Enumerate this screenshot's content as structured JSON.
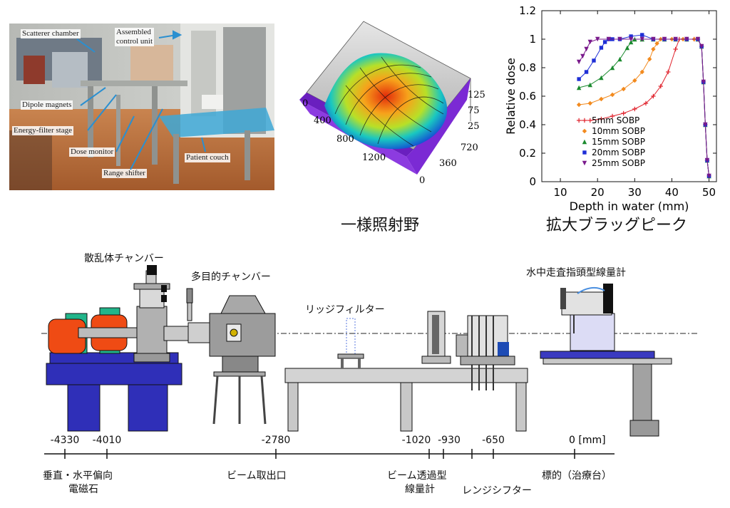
{
  "photo": {
    "labels": {
      "scatterer_chamber": "Scatterer chamber",
      "assembled_control_unit": "Assembled\ncontrol unit",
      "dipole_magnets": "Dipole magnets",
      "energy_filter_stage": "Energy-filter stage",
      "dose_monitor": "Dose monitor",
      "patient_couch": "Patient couch",
      "range_shifter": "Range shifter"
    }
  },
  "surface_plot": {
    "caption": "一様照射野",
    "left_axis_ticks": [
      "0",
      "400",
      "800",
      "1200"
    ],
    "front_axis_ticks": [
      "0",
      "360",
      "720"
    ],
    "z_axis_ticks": [
      "25",
      "75",
      "125"
    ]
  },
  "dose_chart": {
    "caption": "拡大ブラッグピーク",
    "chart_data": {
      "type": "line",
      "xlabel": "Depth in water (mm)",
      "ylabel": "Relative dose",
      "xlim": [
        5,
        52
      ],
      "ylim": [
        0,
        1.2
      ],
      "xticks": [
        10,
        20,
        30,
        40,
        50
      ],
      "yticks": [
        0,
        0.2,
        0.4,
        0.6,
        0.8,
        1,
        1.2
      ],
      "legend_position": "bottom-right",
      "series": [
        {
          "name": "5mm SOBP",
          "color": "#e0202a",
          "marker": "plus",
          "x": [
            15,
            18,
            21,
            24,
            27,
            30,
            33,
            35,
            37,
            39,
            41,
            42,
            44,
            46,
            47,
            48,
            48.5,
            49,
            49.5,
            50
          ],
          "y": [
            0.43,
            0.43,
            0.44,
            0.46,
            0.48,
            0.51,
            0.55,
            0.6,
            0.67,
            0.77,
            0.93,
            1.0,
            1.0,
            1.0,
            1.0,
            0.95,
            0.7,
            0.4,
            0.15,
            0.04
          ]
        },
        {
          "name": "10mm SOBP",
          "color": "#f28a1e",
          "marker": "diamond",
          "x": [
            15,
            18,
            21,
            24,
            27,
            30,
            32,
            34,
            35,
            36,
            37,
            38,
            40,
            43,
            46,
            47,
            48,
            48.5,
            49,
            49.5,
            50
          ],
          "y": [
            0.54,
            0.55,
            0.58,
            0.61,
            0.65,
            0.71,
            0.77,
            0.86,
            0.93,
            0.97,
            1.0,
            1.0,
            1.0,
            1.0,
            1.0,
            1.0,
            0.95,
            0.7,
            0.4,
            0.15,
            0.04
          ]
        },
        {
          "name": "15mm SOBP",
          "color": "#1a8a2e",
          "marker": "triangle",
          "x": [
            15,
            18,
            21,
            24,
            26,
            28,
            29,
            30,
            32,
            35,
            38,
            41,
            44,
            47,
            48,
            48.5,
            49,
            49.5,
            50
          ],
          "y": [
            0.66,
            0.68,
            0.73,
            0.8,
            0.86,
            0.94,
            0.98,
            1.0,
            1.0,
            1.0,
            1.0,
            1.0,
            1.0,
            1.0,
            0.95,
            0.7,
            0.4,
            0.15,
            0.04
          ]
        },
        {
          "name": "20mm SOBP",
          "color": "#1f2fd6",
          "marker": "square",
          "x": [
            15,
            17,
            19,
            21,
            22,
            23,
            24,
            26,
            29,
            32,
            35,
            38,
            41,
            44,
            47,
            48,
            48.5,
            49,
            49.5,
            50
          ],
          "y": [
            0.72,
            0.77,
            0.85,
            0.94,
            0.98,
            1.0,
            1.0,
            1.0,
            1.02,
            1.03,
            1.0,
            1.0,
            1.0,
            1.0,
            1.0,
            0.95,
            0.7,
            0.4,
            0.15,
            0.04
          ]
        },
        {
          "name": "25mm SOBP",
          "color": "#7a1a8c",
          "marker": "triangle-down",
          "x": [
            15,
            16,
            17,
            18,
            20,
            23,
            26,
            29,
            32,
            35,
            38,
            41,
            44,
            47,
            48,
            48.5,
            49,
            49.5,
            50
          ],
          "y": [
            0.84,
            0.88,
            0.93,
            0.98,
            1.0,
            1.0,
            1.0,
            1.0,
            1.0,
            1.0,
            1.0,
            1.0,
            1.0,
            1.0,
            0.95,
            0.7,
            0.4,
            0.15,
            0.04
          ]
        }
      ]
    }
  },
  "beamline": {
    "labels": {
      "scatterer_chamber": "散乱体チャンバー",
      "multi_purpose_chamber": "多目的チャンバー",
      "ridge_filter": "リッジフィルター",
      "water_dosimeter": "水中走査指頭型線量計"
    },
    "ticks": [
      "-4330",
      "-4010",
      "-2780",
      "-1020",
      "-930",
      "-650",
      "0 [mm]"
    ],
    "bottom_labels": {
      "magnets_line1": "垂直・水平偏向",
      "magnets_line2": "電磁石",
      "beam_exit": "ビーム取出口",
      "transmission_line1": "ビーム透過型",
      "transmission_line2": "線量計",
      "range_shifter": "レンジシフター",
      "target": "標的（治療台）"
    }
  }
}
